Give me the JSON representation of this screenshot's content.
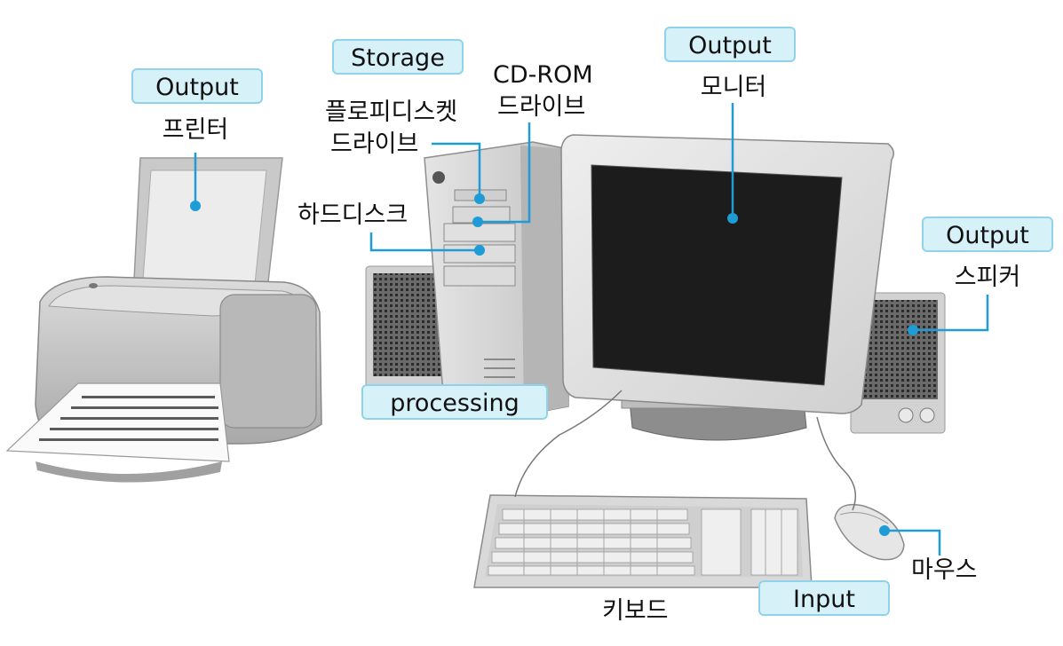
{
  "tags": {
    "output_printer": "Output",
    "storage": "Storage",
    "output_monitor": "Output",
    "output_speaker": "Output",
    "processing": "processing",
    "input": "Input"
  },
  "labels": {
    "printer": "프린터",
    "floppy_line1": "플로피디스켓",
    "floppy_line2": "드라이브",
    "cdrom_line1": "CD-ROM",
    "cdrom_line2": "드라이브",
    "harddisk": "하드디스크",
    "monitor": "모니터",
    "speaker": "스피커",
    "mouse": "마우스",
    "keyboard": "키보드"
  },
  "colors": {
    "tag_fill": "#d7f1f9",
    "tag_border": "#8fd3ea",
    "pointer": "#1f9bd6"
  }
}
